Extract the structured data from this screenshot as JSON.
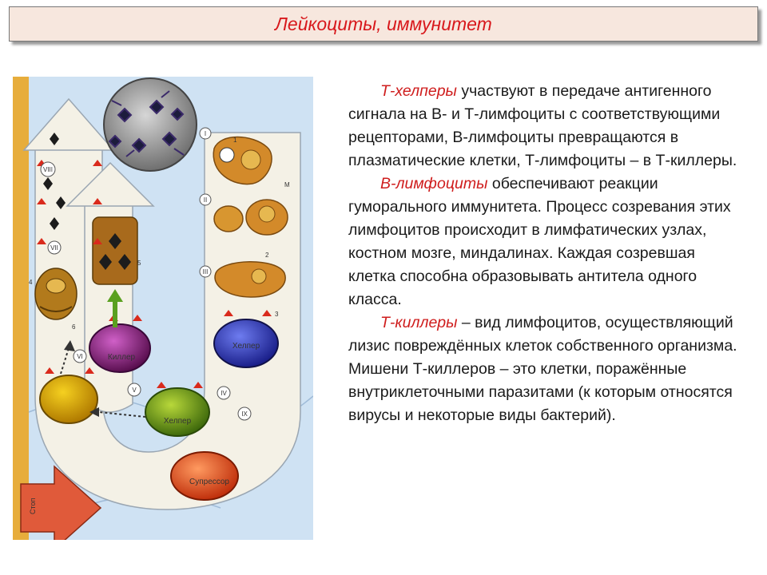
{
  "header": {
    "title": "Лейкоциты, иммунитет"
  },
  "figure": {
    "cells": {
      "helper1": "Хелпер",
      "killer": "Киллер",
      "helper2": "Хелпер",
      "suppressor": "Супрессор"
    },
    "exit_label": "Стоп",
    "stage_numerals": [
      "I",
      "II",
      "III",
      "IV",
      "V",
      "VI",
      "VII",
      "VIII",
      "IX"
    ],
    "numbers": [
      "1",
      "2",
      "3",
      "4",
      "5",
      "6",
      "М"
    ]
  },
  "text": {
    "p1": {
      "term": "Т-хелперы",
      "body": " участвуют в передаче антигенного сигнала на В- и Т-лимфоциты с соответствующими рецепторами, В-лимфоциты превращаются в плазматические клетки, Т-лимфоциты – в Т-киллеры."
    },
    "p2": {
      "term": "В-лимфоциты",
      "body": " обеспечивают реакции гуморального иммунитета. Процесс созревания этих лимфоцитов происходит в лимфатических узлах, костном мозге, миндалинах. Каждая созревшая клетка способна образовывать антитела одного класса."
    },
    "p3": {
      "term": "Т-киллеры",
      "body": " – вид лимфоцитов, осуществляющий лизис повреждённых клеток собственного организма. Мишени Т-киллеров – это клетки, поражённые внутриклеточными паразитами (к которым относятся вирусы и некоторые виды бактерий)."
    }
  }
}
